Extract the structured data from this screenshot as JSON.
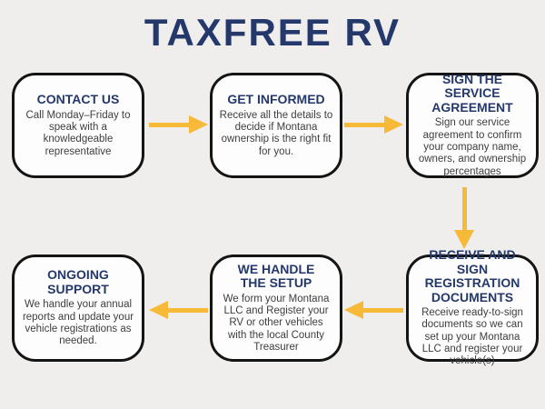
{
  "title": "TAXFREE RV",
  "colors": {
    "background": "#EFEEEC",
    "box_fill": "#FDFDFD",
    "box_border": "#141414",
    "heading_navy": "#24386B",
    "body_text": "#3E3E3E",
    "arrow_amber": "#F6BA38"
  },
  "icons": {
    "flow_arrows": [
      "arrow-right-icon",
      "arrow-right-icon",
      "arrow-down-icon",
      "arrow-left-icon",
      "arrow-left-icon"
    ]
  },
  "steps": [
    {
      "title": "CONTACT US",
      "description": "Call Monday–Friday to speak with a knowledgeable representative"
    },
    {
      "title": "GET INFORMED",
      "description": "Receive all the details to decide if Montana ownership is the right fit for you."
    },
    {
      "title": "SIGN THE SERVICE AGREEMENT",
      "description": "Sign our service agreement to confirm your company name, owners, and ownership percentages"
    },
    {
      "title": "RECEIVE AND SIGN REGISTRATION DOCUMENTS",
      "description": "Receive ready-to-sign documents so we can set up your Montana LLC and register your vehicle(s)"
    },
    {
      "title": "WE HANDLE THE SETUP",
      "description": "We form your Montana LLC and Register your RV or other vehicles with the local County Treasurer"
    },
    {
      "title": "ONGOING SUPPORT",
      "description": "We handle your annual reports and update your vehicle registrations as needed."
    }
  ]
}
